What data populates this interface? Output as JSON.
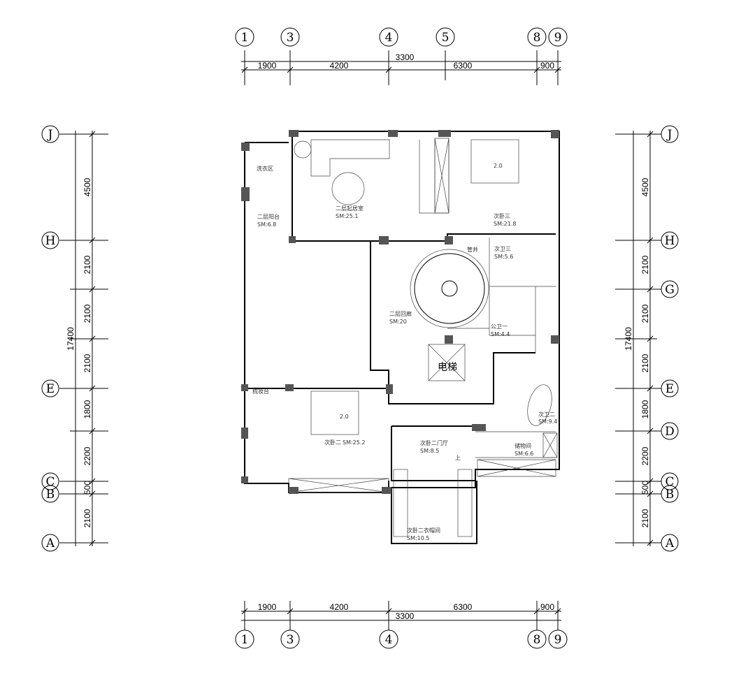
{
  "top_axes": [
    "1",
    "3",
    "4",
    "5",
    "8",
    "9"
  ],
  "bottom_axes": [
    "1",
    "3",
    "4",
    "8",
    "9"
  ],
  "horizontal_dims": [
    "1900",
    "4200",
    "6300",
    "900"
  ],
  "horizontal_total": "3300",
  "left_axes": [
    "J",
    "H",
    "E",
    "C",
    "B",
    "A"
  ],
  "right_axes": [
    "J",
    "H",
    "G",
    "E",
    "D",
    "C",
    "B",
    "A"
  ],
  "vertical_dims": [
    "4500",
    "2100",
    "2100",
    "2100",
    "1800",
    "2200",
    "500",
    "2100"
  ],
  "vertical_total": "17400",
  "rooms": [
    {
      "name": "洗衣区",
      "area": ""
    },
    {
      "name": "二层阳台",
      "area": "SM:6.8"
    },
    {
      "name": "二层起居室",
      "area": "SM:25.1"
    },
    {
      "name": "次卧三",
      "area": "SM:21.8"
    },
    {
      "name": "管井",
      "area": ""
    },
    {
      "name": "次卫三",
      "area": "SM:5.6"
    },
    {
      "name": "二层回廊",
      "area": "SM:20"
    },
    {
      "name": "公卫一",
      "area": "SM:4.4"
    },
    {
      "name": "电梯",
      "area": ""
    },
    {
      "name": "梳妆台",
      "area": ""
    },
    {
      "name": "次卧二",
      "area": "SM:25.2"
    },
    {
      "name": "次卧二门厅",
      "area": "SM:8.5"
    },
    {
      "name": "次卫二",
      "area": "SM:9.4"
    },
    {
      "name": "储物间",
      "area": "SM:6.6"
    },
    {
      "name": "次卧二衣帽间",
      "area": "SM:10.5"
    }
  ],
  "bed_sizes": [
    "2.0",
    "2.0"
  ],
  "stair_label": "上"
}
